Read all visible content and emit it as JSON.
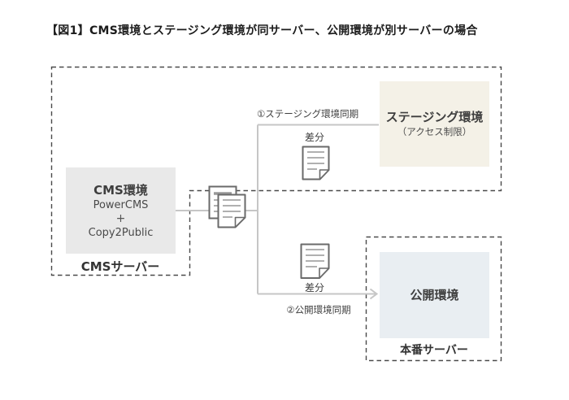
{
  "title": "【図1】CMS環境とステージング環境が同サーバー、公開環境が別サーバーの場合",
  "cms_server": {
    "label": "CMSサーバー",
    "env_title": "CMS環境",
    "env_product": "PowerCMS",
    "env_plus": "+",
    "env_addon": "Copy2Public"
  },
  "staging_env": {
    "title": "ステージング環境",
    "subtitle": "（アクセス制限）"
  },
  "production_server": {
    "label": "本番サーバー",
    "env_title": "公開環境"
  },
  "sync_staging": {
    "label": "①ステージング環境同期",
    "diff": "差分"
  },
  "sync_public": {
    "label": "②公開環境同期",
    "diff": "差分"
  },
  "colors": {
    "cms_box_bg": "#e9e9e9",
    "staging_box_bg": "#f4f1e7",
    "public_box_bg": "#e9eef2",
    "dashed_border": "#4a4a4a",
    "connector_line": "#c6c6c6",
    "doc_outline": "#6a6a6a",
    "doc_inner_line": "#b0b0b0",
    "title_text": "#1c1c1c",
    "label_text": "#3e3e3e"
  }
}
